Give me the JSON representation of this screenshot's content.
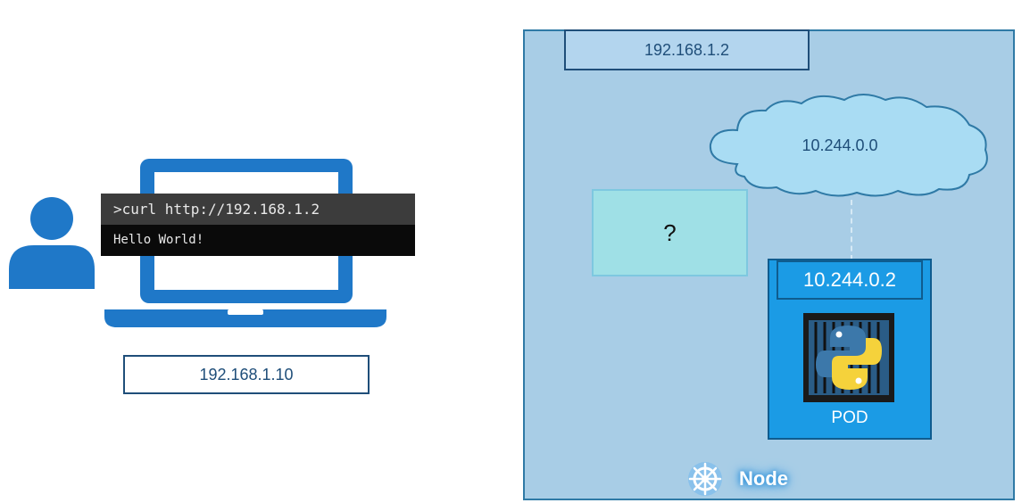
{
  "client": {
    "terminal_command": ">curl http://192.168.1.2",
    "terminal_output": "Hello World!",
    "ip": "192.168.1.10"
  },
  "node": {
    "ip": "192.168.1.2",
    "label": "Node",
    "network": "10.244.0.0",
    "unknown": "?",
    "pod": {
      "ip": "10.244.0.2",
      "label": "POD"
    }
  },
  "colors": {
    "user_blue": "#1f78c8",
    "node_fill": "#a8cde6",
    "node_border": "#2f7aa6",
    "cloud_fill": "#a9dcf3",
    "pod_fill": "#1b9be5",
    "unknown_fill": "#9fe0e6",
    "text_dark_blue": "#1f4e79"
  },
  "icons": {
    "user": "user-icon",
    "laptop": "laptop-icon",
    "cloud": "cloud-icon",
    "container": "container-icon",
    "python": "python-icon",
    "helm": "helm-icon"
  }
}
